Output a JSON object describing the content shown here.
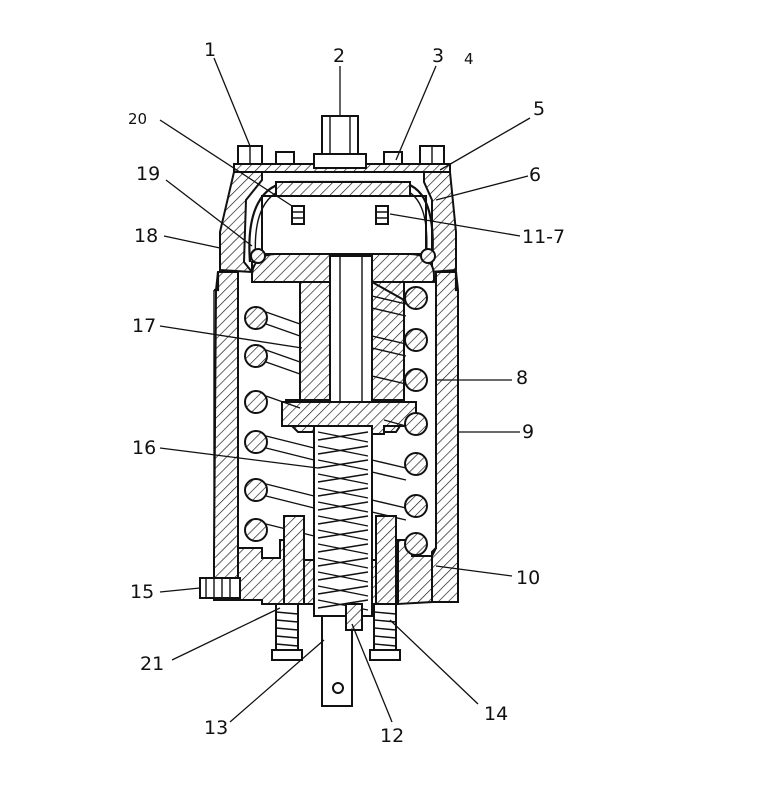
{
  "labels": [
    {
      "id": "1",
      "text": "1"
    },
    {
      "id": "2",
      "text": "2"
    },
    {
      "id": "3",
      "text": "3"
    },
    {
      "id": "4",
      "text": "4"
    },
    {
      "id": "5",
      "text": "5"
    },
    {
      "id": "6",
      "text": "6"
    },
    {
      "id": "7",
      "text": "11-7"
    },
    {
      "id": "8",
      "text": "8"
    },
    {
      "id": "9",
      "text": "9"
    },
    {
      "id": "10",
      "text": "10"
    },
    {
      "id": "12",
      "text": "12"
    },
    {
      "id": "13",
      "text": "13"
    },
    {
      "id": "14",
      "text": "14"
    },
    {
      "id": "15",
      "text": "15"
    },
    {
      "id": "16",
      "text": "16"
    },
    {
      "id": "17",
      "text": "17"
    },
    {
      "id": "18",
      "text": "18"
    },
    {
      "id": "19",
      "text": "19"
    },
    {
      "id": "20",
      "text": "20"
    },
    {
      "id": "21",
      "text": "21"
    }
  ]
}
